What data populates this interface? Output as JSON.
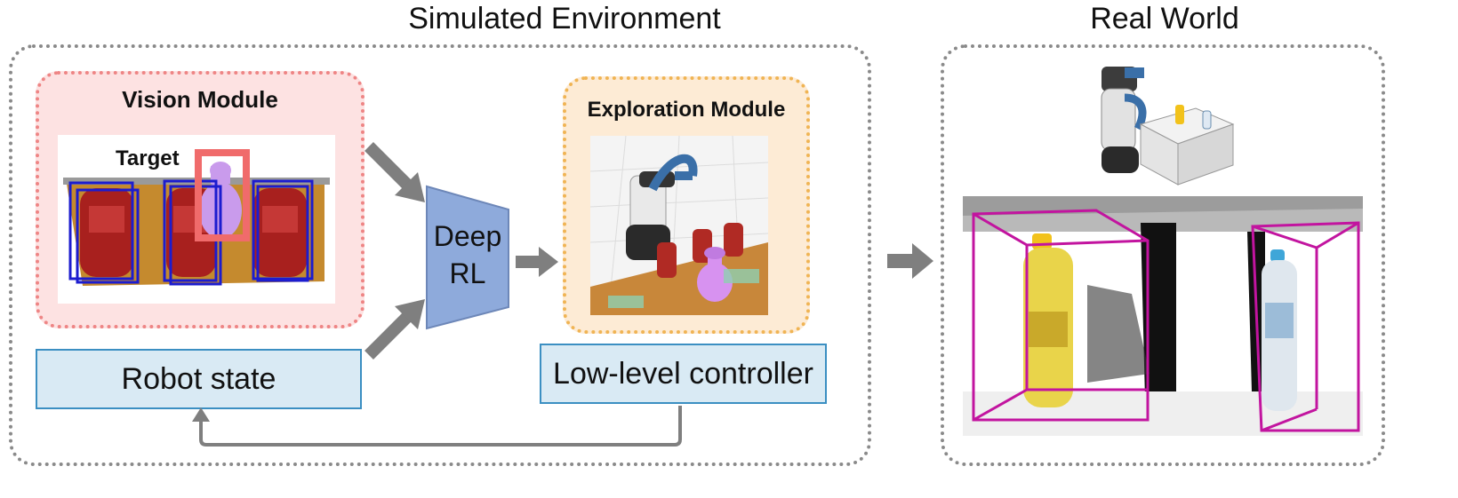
{
  "sim": {
    "title": "Simulated Environment",
    "vision_module": {
      "title": "Vision Module",
      "target_label": "Target"
    },
    "deep_rl": {
      "line1": "Deep",
      "line2": "RL"
    },
    "exploration_module": {
      "title": "Exploration Module"
    },
    "robot_state": "Robot state",
    "low_level_controller": "Low-level controller"
  },
  "real": {
    "title": "Real World"
  },
  "colors": {
    "frame_dotted": "#8a8a8a",
    "vision_fill": "#fde2e2",
    "vision_border": "#ee8585",
    "exploration_fill": "#fdebd5",
    "exploration_border": "#f0b454",
    "deep_rl_fill": "#8eaadb",
    "blue_box_fill": "#d9eaf4",
    "blue_box_border": "#3b8fc2",
    "arrow_gray": "#7f7f7f",
    "bbox_blue": "#1c1ccf",
    "target_highlight": "#f06b6b",
    "bbox_magenta": "#c2149f"
  }
}
